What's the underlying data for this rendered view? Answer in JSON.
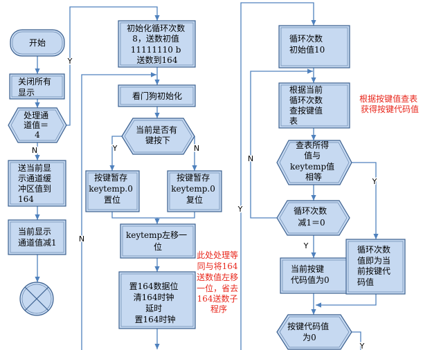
{
  "colors": {
    "shape_fill": "#c6d9f1",
    "shape_stroke": "#3a5f8e",
    "connector": "#4f81bd",
    "annotation_text": "#e8261b"
  },
  "nodes": {
    "start": {
      "lines": [
        "开始"
      ]
    },
    "close_display": {
      "lines": [
        "关闭所有",
        "显示"
      ]
    },
    "channel_check": {
      "lines": [
        "处理通",
        "道值＝",
        "4"
      ]
    },
    "send_buffer": {
      "lines": [
        "送当前显",
        "示通道缓",
        "冲区值到",
        "164"
      ]
    },
    "channel_dec": {
      "lines": [
        "当前显示",
        "通道值减1"
      ]
    },
    "init_loop": {
      "lines": [
        "初始化循环次数",
        "8，送数初值",
        "11111110 b",
        "送数到164"
      ]
    },
    "watchdog_init": {
      "lines": [
        "看门狗初始化"
      ]
    },
    "key_pressed": {
      "lines": [
        "当前是否有",
        "键按下"
      ]
    },
    "key_set": {
      "lines": [
        "按键暂存",
        "keytemp.0",
        "置位"
      ]
    },
    "key_reset": {
      "lines": [
        "按键暂存",
        "keytemp.0",
        "复位"
      ]
    },
    "key_shift": {
      "lines": [
        "keytemp左移一",
        "位"
      ]
    },
    "shift_164": {
      "lines": [
        "置164数据位",
        "清164时钟",
        "延时",
        "置164时钟"
      ]
    },
    "loop_init": {
      "lines": [
        "循环次数",
        "初始值10"
      ]
    },
    "table_lookup": {
      "lines": [
        "根据当前",
        "循环次数",
        "查按键值",
        "表"
      ]
    },
    "compare": {
      "lines": [
        "查表所得",
        "值与",
        "keytemp值",
        "相等"
      ]
    },
    "loop_dec": {
      "lines": [
        "循环次数",
        "减1＝0"
      ]
    },
    "code_zero": {
      "lines": [
        "当前按键",
        "代码值为0"
      ]
    },
    "code_from_loop": {
      "lines": [
        "循环次数",
        "值即为当",
        "前按键代",
        "码值"
      ]
    },
    "code_check": {
      "lines": [
        "按键代码值",
        "为0"
      ]
    }
  },
  "edge_labels": {
    "channel_check_yes": "Y",
    "channel_check_no": "N",
    "key_pressed_yes": "Y",
    "key_pressed_no": "N",
    "outer_loop_no": "N",
    "scan_entry_yes": "Y",
    "loop_dec_no": "N",
    "compare_yes": "Y",
    "loop_dec_yes": "Y",
    "code_check_yes": "Y"
  },
  "annotations": {
    "shift_note": [
      "此处处理等",
      "同与将164",
      "送数值左移",
      "一位，省去",
      "164送数子",
      "程序"
    ],
    "lookup_note": [
      "根据按键值查表",
      "获得按键代码值"
    ]
  }
}
